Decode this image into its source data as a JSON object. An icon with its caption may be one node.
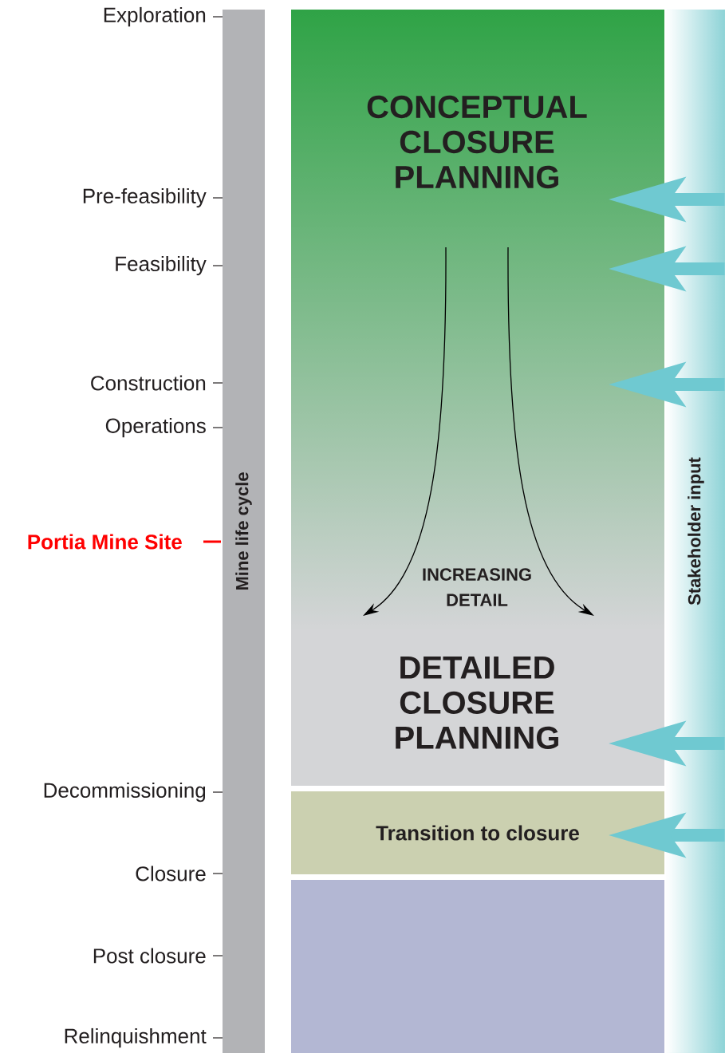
{
  "diagram": {
    "nodes": [
      {
        "text": [
          "Mine life cycle"
        ],
        "beside": [
          "Exploration",
          "Pre-feasibility",
          "Feasibility",
          "Construction",
          "Operations",
          "Portia Mine Site",
          "Decommissioning",
          "Closure",
          "Post closure",
          "Relinquishment"
        ]
      },
      {
        "text": [
          "CONCEPTUAL CLOSURE PLANNING",
          "INCREASING DETAIL",
          "DETAILED CLOSURE PLANNING"
        ]
      },
      {
        "text": [
          "Transition to closure"
        ]
      },
      {
        "text": [],
        "shape": "box"
      },
      {
        "text": [
          "Stakeholder input"
        ]
      }
    ],
    "edges": [
      {
        "from": 4,
        "to": 1,
        "arrow": "to"
      },
      {
        "from": 4,
        "to": 1,
        "arrow": "to"
      },
      {
        "from": 4,
        "to": 1,
        "arrow": "to"
      },
      {
        "from": 4,
        "to": 1,
        "arrow": "to"
      },
      {
        "from": 4,
        "to": 2,
        "arrow": "to"
      }
    ]
  }
}
